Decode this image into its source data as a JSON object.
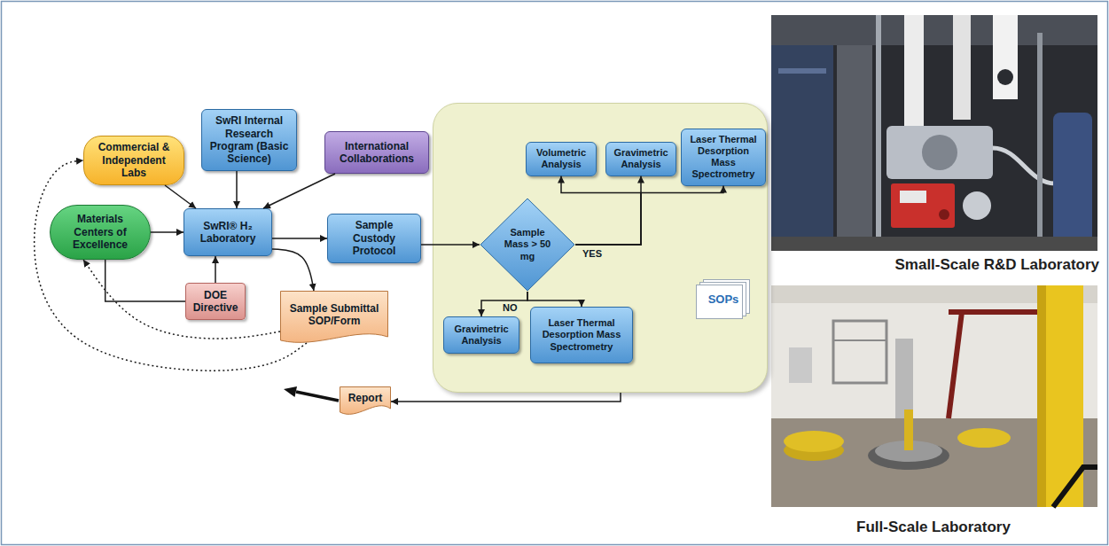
{
  "diagram": {
    "nodes": [
      {
        "text": [
          "Commercial & Independent Labs"
        ]
      },
      {
        "text": [
          "SwRI Internal Research Program (Basic Science)"
        ]
      },
      {
        "text": [
          "International Collaborations"
        ]
      },
      {
        "text": [
          "Materials Centers of Excellence"
        ]
      },
      {
        "text": [
          "SwRI® H₂ Laboratory"
        ]
      },
      {
        "text": [
          "DOE Directive"
        ]
      },
      {
        "text": [
          "Sample Submittal SOP/Form"
        ]
      },
      {
        "text": [
          "Sample Custody Protocol"
        ]
      },
      {
        "text": [
          "SOPs"
        ]
      },
      {
        "text": [
          "Volumetric Analysis"
        ],
        "in": 8
      },
      {
        "text": [
          "Gravimetric Analysis"
        ],
        "in": 8
      },
      {
        "text": [
          "Laser Thermal Desorption Mass Spectrometry"
        ],
        "in": 8
      },
      {
        "text": [
          "Sample Mass > 50 mg"
        ],
        "in": 8
      },
      {
        "text": [
          "Gravimetric Analysis"
        ],
        "in": 8
      },
      {
        "text": [
          "Laser Thermal Desorption Mass Spectrometry"
        ],
        "in": 8
      },
      {
        "text": [
          "Report"
        ]
      }
    ],
    "edges": [
      {
        "from": 0,
        "to": 4,
        "arrow": "to"
      },
      {
        "from": 1,
        "to": 4,
        "arrow": "to"
      },
      {
        "from": 2,
        "to": 4,
        "arrow": "to"
      },
      {
        "from": 3,
        "to": 4,
        "arrow": "to"
      },
      {
        "from": 5,
        "to": 4,
        "arrow": "to"
      },
      {
        "from": 5,
        "to": 3,
        "arrow": "none"
      },
      {
        "from": 4,
        "to": 7,
        "arrow": "to"
      },
      {
        "from": 4,
        "to": 6,
        "arrow": "to"
      },
      {
        "from": 6,
        "to": 3,
        "arrow": "to"
      },
      {
        "from": 6,
        "to": 0,
        "arrow": "to"
      },
      {
        "from": 7,
        "to": 12,
        "arrow": "to"
      },
      {
        "from": 12,
        "to": 9,
        "arrow": "to"
      },
      {
        "from": 12,
        "to": 10,
        "label": "YES",
        "arrow": "to"
      },
      {
        "from": 12,
        "to": 11,
        "arrow": "to"
      },
      {
        "from": 12,
        "to": 13,
        "label": "NO",
        "arrow": "to"
      },
      {
        "from": 12,
        "to": 14,
        "arrow": "to"
      },
      {
        "from": 8,
        "to": 15,
        "arrow": "to"
      }
    ],
    "labels": [
      "Small-Scale R&D Laboratory",
      "Full-Scale Laboratory"
    ]
  }
}
